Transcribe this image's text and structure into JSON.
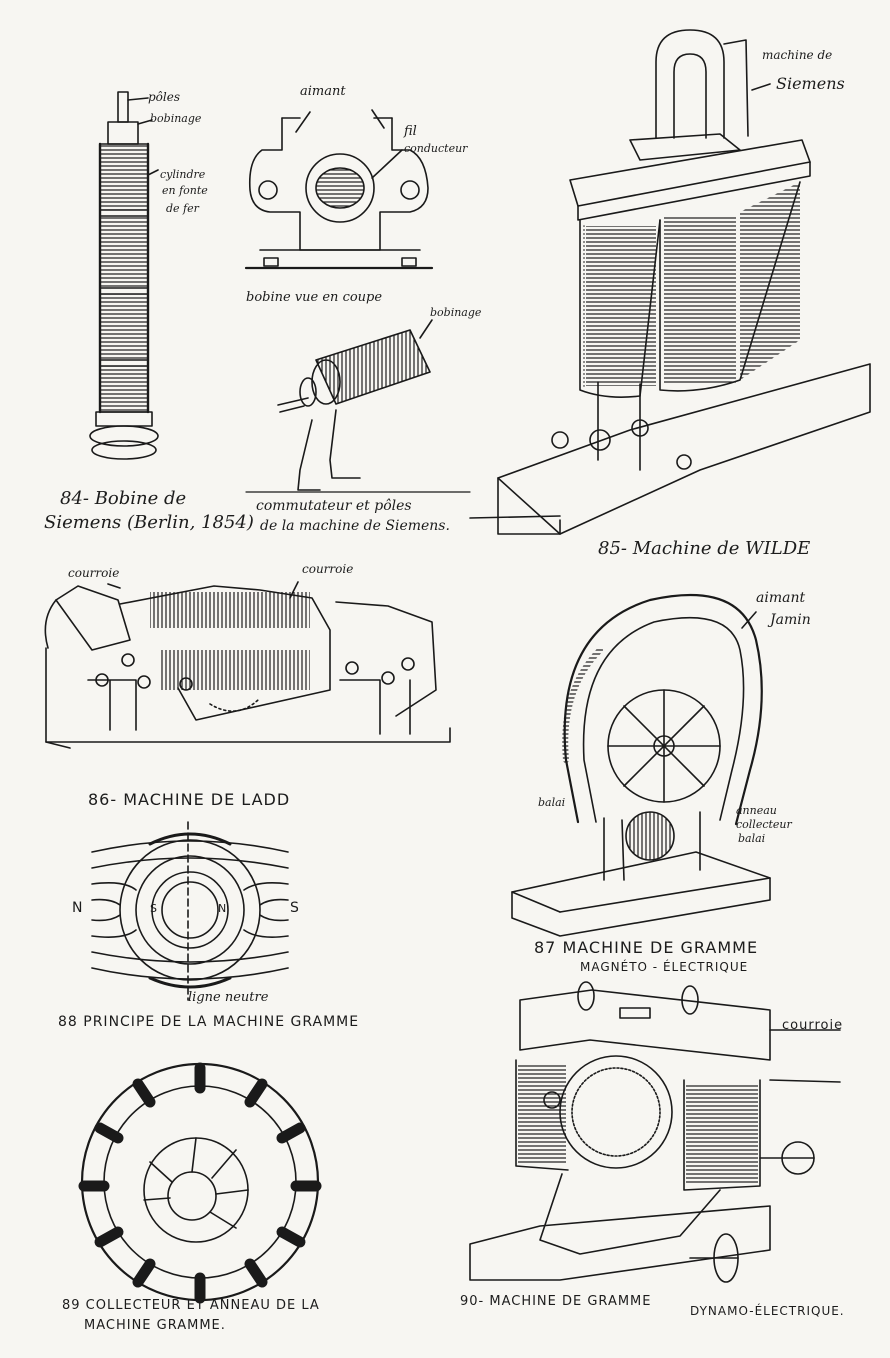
{
  "fig84": {
    "poles": "pôles",
    "bobinage": "bobinage",
    "cylindre": "cylindre",
    "en_fonte": "en fonte",
    "de_fer": "de fer",
    "caption_1": "84- Bobine de",
    "caption_2": "Siemens (Berlin, 1854)"
  },
  "fig84b": {
    "aimant": "aimant",
    "fil": "fil",
    "conducteur": "conducteur",
    "bobine_coupe": "bobine vue en coupe",
    "bobinage": "bobinage",
    "commutateur_1": "commutateur et pôles",
    "commutateur_2": "de la machine de Siemens."
  },
  "fig85": {
    "machine_de": "machine de",
    "siemens": "Siemens",
    "caption": "85- Machine de WILDE"
  },
  "fig86": {
    "courroie_1": "courroie",
    "courroie_2": "courroie",
    "caption": "86- MACHINE DE LADD"
  },
  "fig87": {
    "aimant": "aimant",
    "jamin": "Jamin",
    "anneau": "anneau",
    "collecteur": "collecteur",
    "balai_1": "balai",
    "balai_2": "balai",
    "caption_1": "87  MACHINE DE GRAMME",
    "caption_2": "MAGNÉTO - ÉLECTRIQUE"
  },
  "fig88": {
    "N": "N",
    "S": "S",
    "s_inner": "S",
    "n_inner": "N",
    "ligne_neutre": "ligne neutre",
    "caption": "88 PRINCIPE DE LA MACHINE GRAMME"
  },
  "fig89": {
    "caption_1": "89  COLLECTEUR ET ANNEAU DE LA",
    "caption_2": "MACHINE  GRAMME."
  },
  "fig90": {
    "courroie": "courroie",
    "caption_1": "90- MACHINE DE GRAMME",
    "caption_2": "DYNAMO-ÉLECTRIQUE."
  }
}
